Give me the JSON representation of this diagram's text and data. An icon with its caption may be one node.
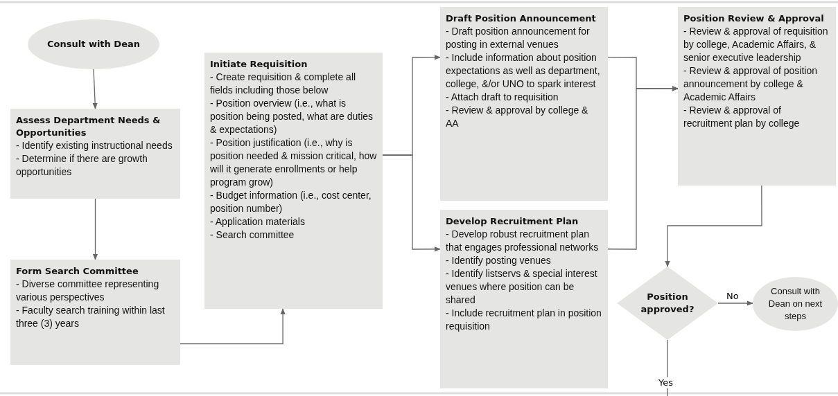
{
  "diagram": {
    "nodes": [
      {
        "text": [
          "Consult with Dean"
        ]
      },
      {
        "text": [
          "Assess Department Needs & Opportunities",
          "- Identify existing instructional needs",
          "- Determine if there are growth opportunities"
        ]
      },
      {
        "text": [
          "Form Search Committee",
          "- Diverse committee representing various perspectives",
          "- Faculty search training within last three (3) years"
        ]
      },
      {
        "text": [
          "Initiate Requisition",
          "- Create requisition & complete all fields including those below",
          "- Position overview (i.e., what is position being posted, what are duties & expectations)",
          "- Position justification (i.e., why is position needed & mission critical, how will it generate enrollments or help program grow)",
          "- Budget information (i.e., cost center, position number)",
          "- Application materials",
          "- Search committee"
        ]
      },
      {
        "text": [
          "Draft Position Announcement",
          "- Draft position announcement for posting in external venues",
          "- Include information about position expectations as well as department, college, &/or UNO to spark interest",
          "- Attach draft to requisition",
          "- Review & approval by college & AA"
        ]
      },
      {
        "text": [
          "Develop Recruitment Plan",
          "- Develop robust recruitment plan that engages professional networks",
          "- Identify posting venues",
          "- Identify listservs & special interest venues where position can be shared",
          "- Include recruitment plan in position requisition"
        ]
      },
      {
        "text": [
          "Position Review & Approval",
          "- Review & approval of requisition by college, Academic Affairs, & senior executive leadership",
          "- Review & approval of position announcement by college & Academic Affairs",
          "- Review & approval of recruitment plan by college"
        ]
      },
      {
        "text": [
          "Position approved?"
        ]
      },
      {
        "text": [
          "Consult with Dean on next steps"
        ]
      }
    ],
    "edges": [
      {
        "from": 0,
        "to": 1,
        "arrow": "to"
      },
      {
        "from": 1,
        "to": 2,
        "arrow": "to"
      },
      {
        "from": 2,
        "to": 3,
        "arrow": "to"
      },
      {
        "from": 3,
        "to": 4,
        "arrow": "to"
      },
      {
        "from": 3,
        "to": 5,
        "arrow": "to"
      },
      {
        "from": 4,
        "to": 6,
        "arrow": "to"
      },
      {
        "from": 5,
        "to": 6,
        "arrow": "to"
      },
      {
        "from": 6,
        "to": 7,
        "arrow": "to"
      },
      {
        "from": 7,
        "to": 8,
        "arrow": "to",
        "label": "No"
      },
      {
        "from": 7,
        "to": null,
        "arrow": "none",
        "label": "Yes"
      }
    ]
  }
}
